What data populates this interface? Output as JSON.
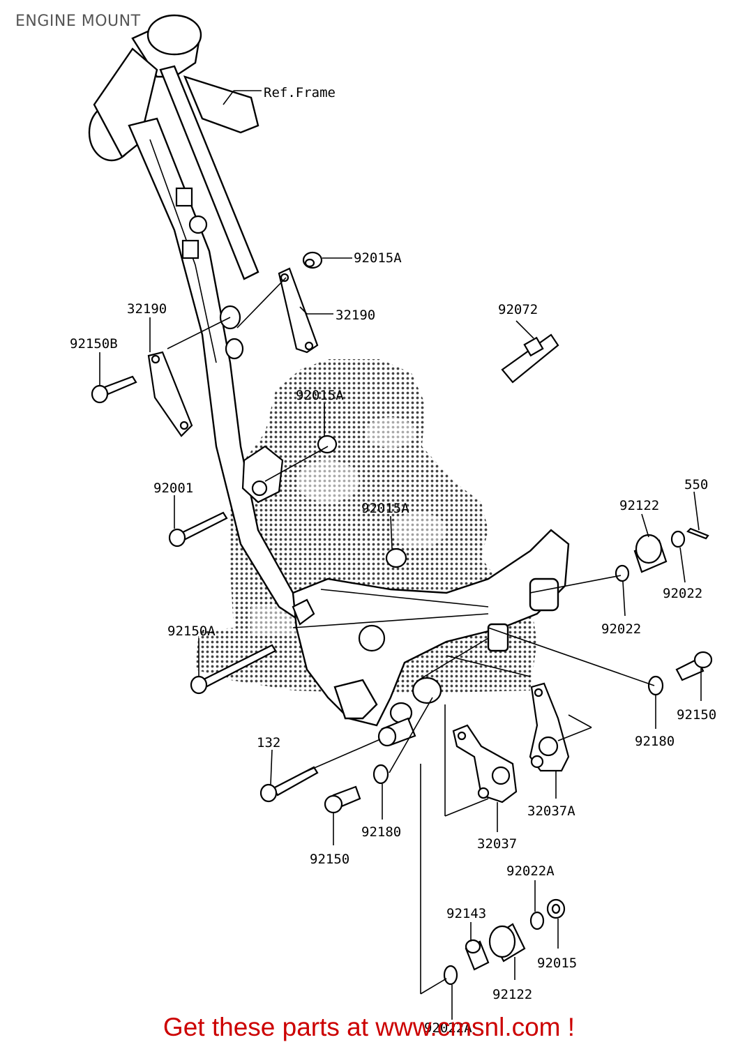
{
  "title": "ENGINE MOUNT",
  "footer": "Get these parts at www.cmsnl.com !",
  "colors": {
    "title": "#555555",
    "footer": "#cc0000",
    "lines": "#000000",
    "dither": "#222222"
  },
  "labels": {
    "ref_frame": "Ref.Frame",
    "p92015A_top": "92015A",
    "p32190_left": "32190",
    "p32190_right": "32190",
    "p92150B": "92150B",
    "p92072": "92072",
    "p92015A_mid": "92015A",
    "p92015A_low": "92015A",
    "p92001": "92001",
    "p550": "550",
    "p92122_right": "92122",
    "p92022_right": "92022",
    "p92022_inner": "92022",
    "p92150A": "92150A",
    "p92150_right": "92150",
    "p92180_right": "92180",
    "p132": "132",
    "p92180_low": "92180",
    "p92150_low": "92150",
    "p32037A": "32037A",
    "p32037": "32037",
    "p92022A_top": "92022A",
    "p92143": "92143",
    "p92015_low": "92015",
    "p92122_low": "92122",
    "p92022A_bottom": "92022A"
  }
}
